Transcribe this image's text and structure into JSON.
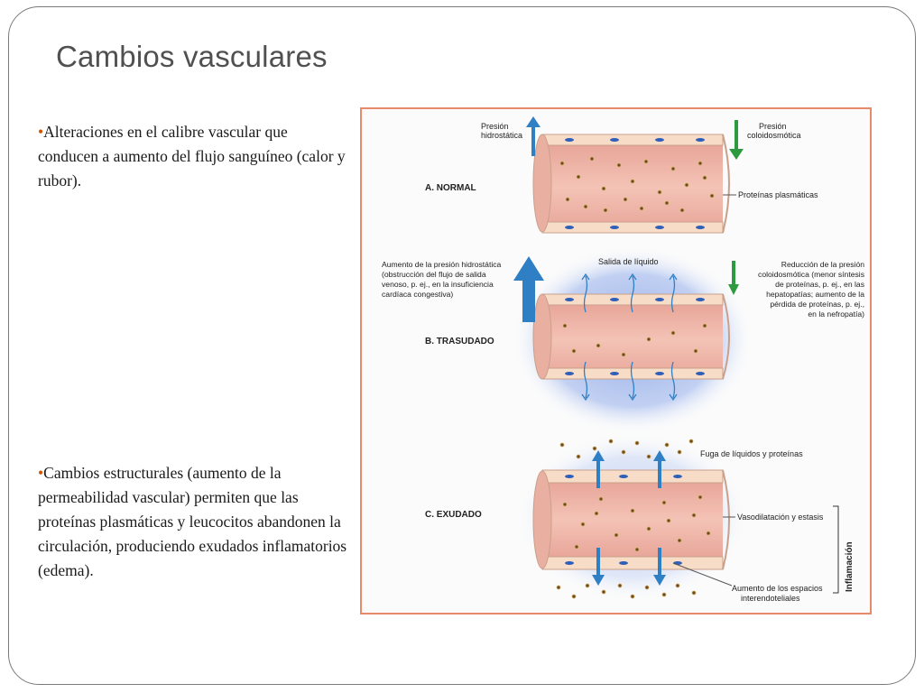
{
  "slide": {
    "title": "Cambios vasculares",
    "bullets": [
      {
        "marker": "•",
        "text": "Alteraciones en el calibre vascular que conducen a  aumento del flujo sanguíneo (calor y rubor)."
      },
      {
        "marker": "•",
        "text": "Cambios estructurales  (aumento de la permeabilidad vascular) permiten que las proteínas plasmáticas y leucocitos abandonen la circulación, produciendo exudados inflamatorios (edema)."
      }
    ]
  },
  "figure": {
    "colors": {
      "border": "#e8896a",
      "vessel": "#f0b8a8",
      "wall": "#f7dcc8",
      "fluid": "#9fb8ea",
      "arrow_up": "#2f7fc4",
      "arrow_down": "#2e9a3f"
    },
    "normal": {
      "label": "A. NORMAL",
      "hydrostatic_lines": [
        "Presión",
        "hidrostática"
      ],
      "oncotic_lines": [
        "Presión",
        "coloidosmótica"
      ],
      "proteins": "Proteínas plasmáticas"
    },
    "transudate": {
      "label": "B. TRASUDADO",
      "fluid_exit": "Salida de líquido",
      "left_lines": [
        "Aumento de la presión hidrostática",
        "(obstrucción del flujo de salida",
        "venoso, p. ej., en la insuficiencia",
        "cardíaca congestiva)"
      ],
      "right_lines": [
        "Reducción de la presión",
        "coloidosmótica (menor síntesis",
        "de proteínas, p. ej., en las",
        "hepatopatías; aumento de la",
        "pérdida de proteínas, p. ej.,",
        "en la nefropatía)"
      ]
    },
    "exudate": {
      "label": "C. EXUDADO",
      "leak": "Fuga de líquidos y proteínas",
      "vasodilation": "Vasodilatación y estasis",
      "gaps_lines": [
        "Aumento de los espacios",
        "interendoteliales"
      ],
      "inflammation": "Inflamación"
    }
  }
}
